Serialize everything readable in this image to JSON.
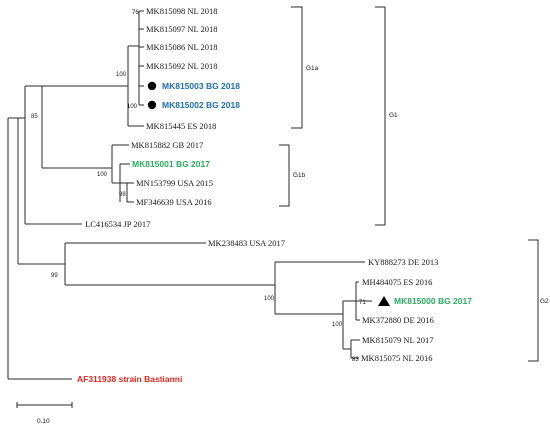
{
  "colors": {
    "blue": "#1f6fb5",
    "green": "#27ae60",
    "red": "#e8271f",
    "line": "#2b2b2b"
  },
  "leaves": {
    "mk815098": "MK815098 NL 2018",
    "mk815097": "MK815097 NL 2018",
    "mk815086": "MK815086 NL 2018",
    "mk815092": "MK815092 NL 2018",
    "mk815003": "MK815003 BG 2018",
    "mk815002": "MK815002 BG 2018",
    "mk815445": "MK815445 ES 2018",
    "mk815882": "MK815882 GB 2017",
    "mk815001": "MK815001 BG 2017",
    "mn153799": "MN153799 USA 2015",
    "mf346639": "MF346639 USA 2016",
    "lc416534": "LC416534 JP 2017",
    "mk238483": "MK238483 USA 2017",
    "ky888273": "KY888273 DE 2013",
    "mh484075": "MH484075 ES 2016",
    "mk815000": "MK815000 BG 2017",
    "mk372880": "MK372880 DE 2016",
    "mk815079": "MK815079 NL 2017",
    "mk815075": "MK815075 NL 2016",
    "af311938": "AF311938 strain Bastianni"
  },
  "bootstrap": {
    "b76": "76",
    "b100a": "100",
    "b100b": "100",
    "b85": "85",
    "b100c": "100",
    "b98": "98",
    "b99": "99",
    "b100d": "100",
    "b71": "71",
    "b100e": "100",
    "b83": "83"
  },
  "groups": {
    "g1a": "G1a",
    "g1b": "G1b",
    "g1": "G1",
    "g2": "G2"
  },
  "scale": {
    "label": "0.10"
  },
  "markers": {
    "mk815003": "filled-circle",
    "mk815002": "filled-circle",
    "mk815000": "filled-triangle"
  }
}
